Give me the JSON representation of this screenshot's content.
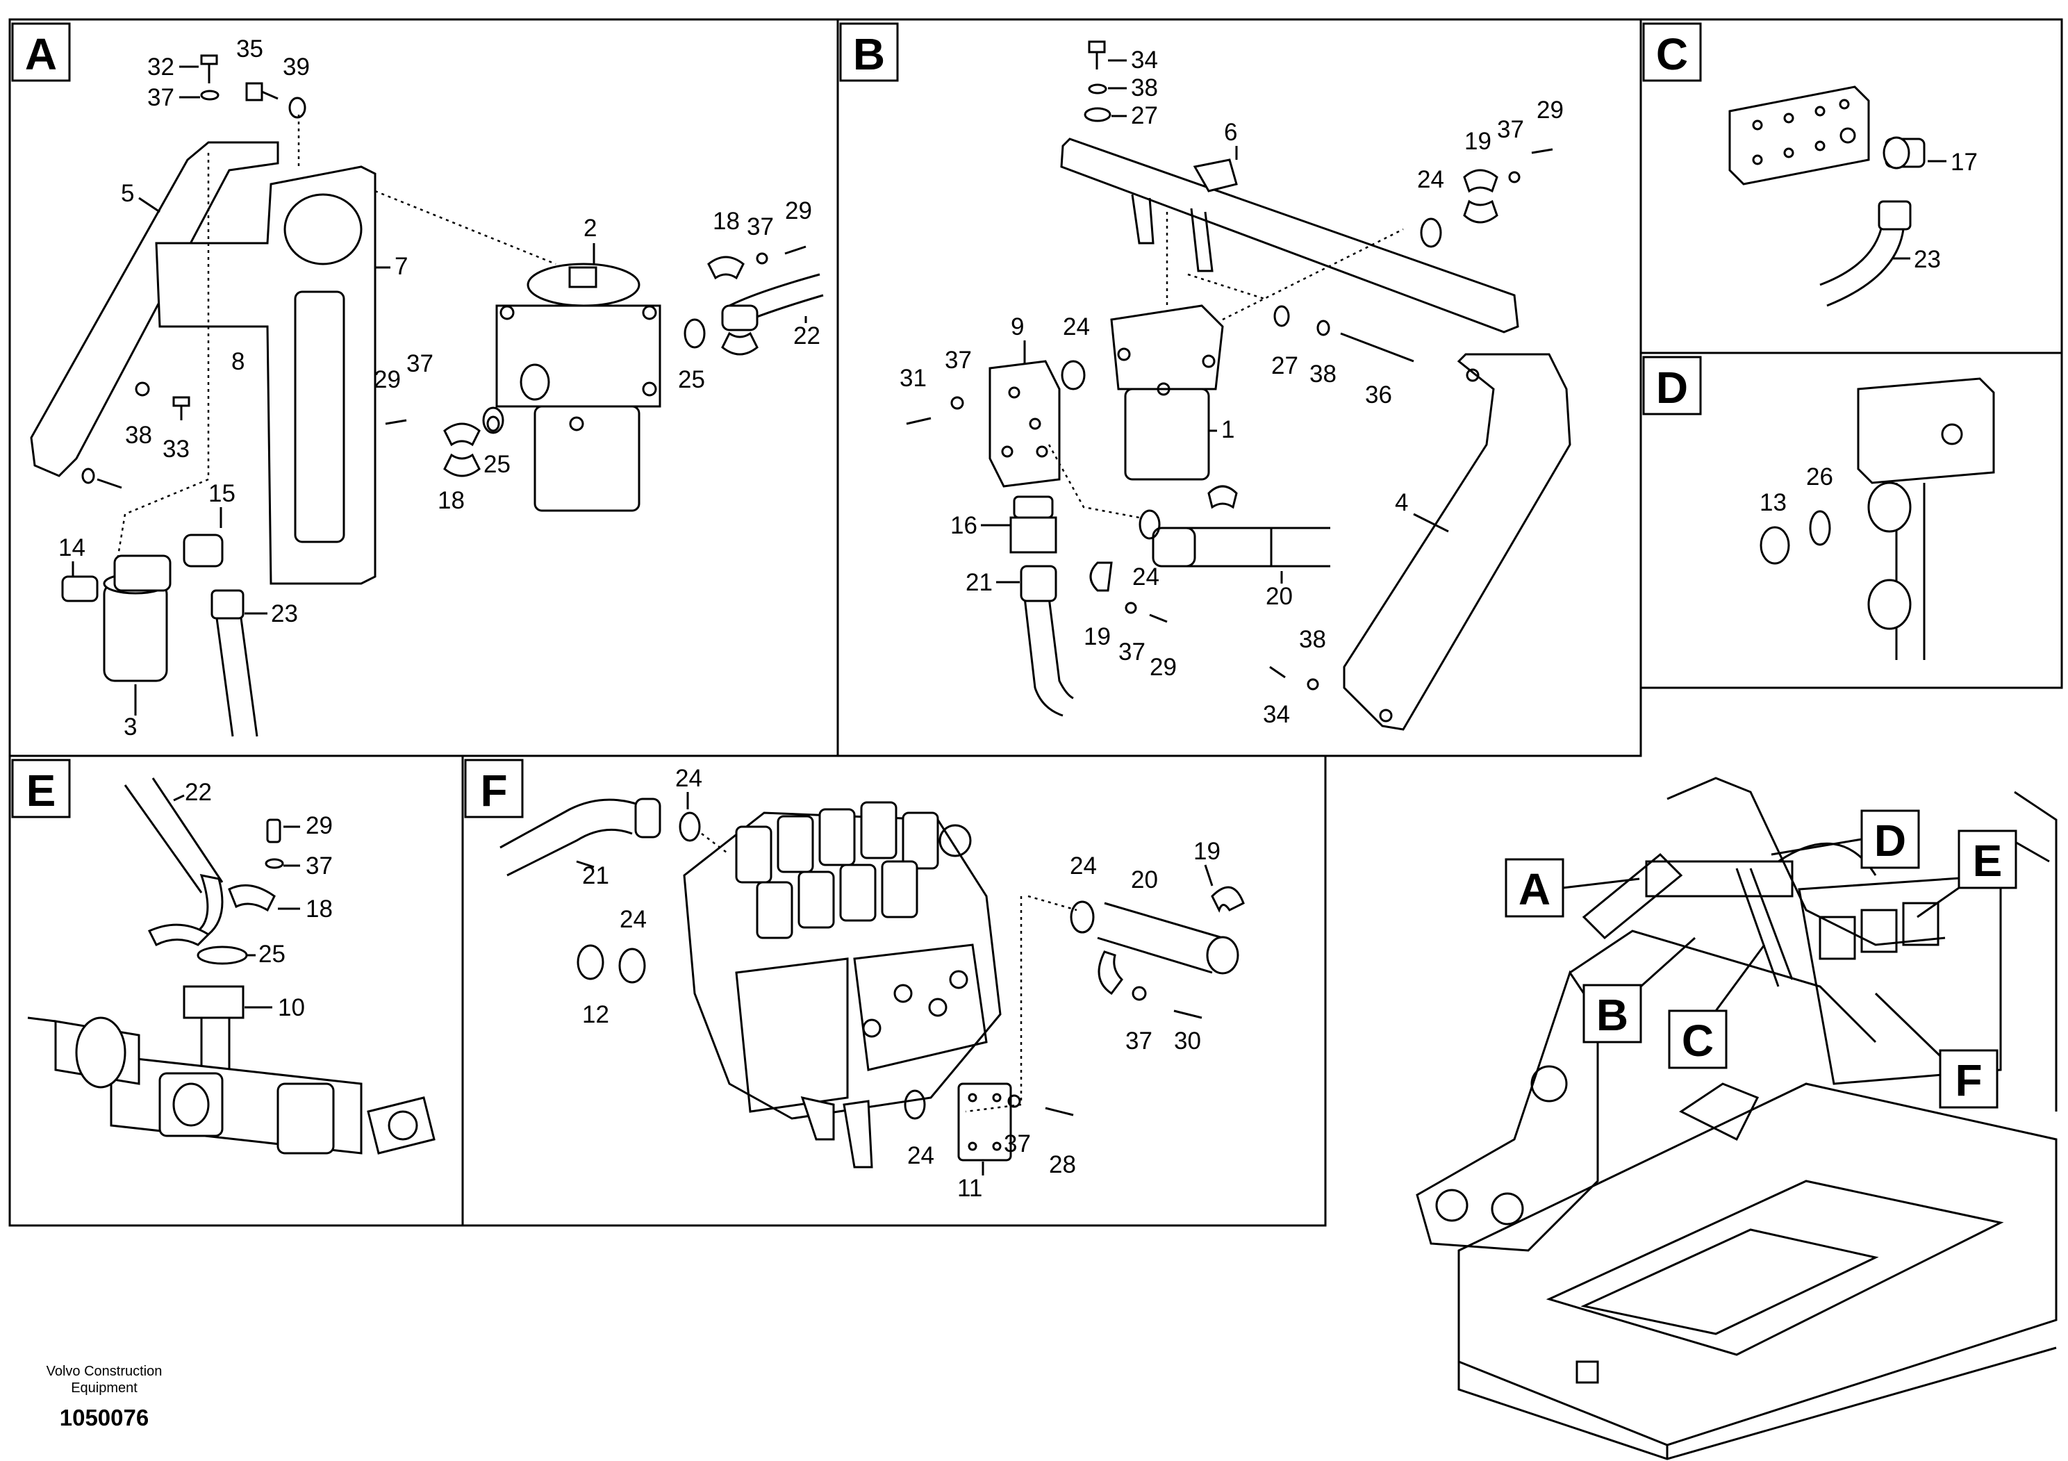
{
  "panels": [
    {
      "letter": "A",
      "callouts": [
        "32",
        "35",
        "39",
        "37",
        "5",
        "7",
        "2",
        "8",
        "18",
        "37",
        "29",
        "22",
        "29",
        "37",
        "25",
        "25",
        "38",
        "33",
        "18",
        "15",
        "14",
        "23",
        "3"
      ]
    },
    {
      "letter": "B",
      "callouts": [
        "34",
        "38",
        "27",
        "6",
        "29",
        "19",
        "37",
        "24",
        "9",
        "24",
        "27",
        "38",
        "36",
        "31",
        "37",
        "1",
        "4",
        "16",
        "21",
        "24",
        "20",
        "19",
        "37",
        "29",
        "38",
        "34"
      ]
    },
    {
      "letter": "C",
      "callouts": [
        "17",
        "23"
      ]
    },
    {
      "letter": "D",
      "callouts": [
        "26",
        "13"
      ]
    },
    {
      "letter": "E",
      "callouts": [
        "22",
        "29",
        "37",
        "18",
        "25",
        "10"
      ]
    },
    {
      "letter": "F",
      "callouts": [
        "24",
        "21",
        "24",
        "19",
        "20",
        "24",
        "12",
        "37",
        "30",
        "24",
        "37",
        "28",
        "11"
      ]
    }
  ],
  "overview_labels": [
    "A",
    "D",
    "E",
    "B",
    "C",
    "F"
  ],
  "footer": {
    "maker_line1": "Volvo Construction",
    "maker_line2": "Equipment",
    "doc_number": "1050076"
  }
}
